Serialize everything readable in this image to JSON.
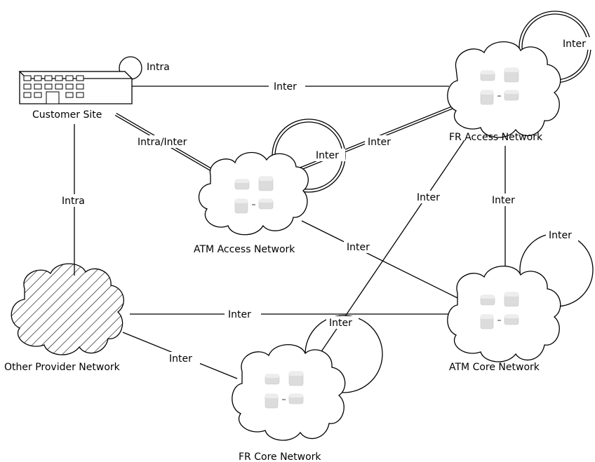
{
  "nodes": {
    "customer_site": "Customer Site",
    "atm_access": "ATM Access Network",
    "fr_access": "FR Access Network",
    "atm_core": "ATM Core Network",
    "fr_core": "FR Core Network",
    "other_provider": "Other Provider Network"
  },
  "links": {
    "cs_self": "Intra",
    "cs_fr_access": "Inter",
    "cs_atm_access": "Intra/Inter",
    "cs_other": "Intra",
    "atm_access_self": "Inter",
    "atm_access_fr_access": "Inter",
    "fr_access_self": "Inter",
    "fr_access_atm_core": "Inter",
    "fr_access_fr_core": "Inter",
    "atm_access_atm_core": "Inter",
    "atm_core_self": "Inter",
    "other_atm_core": "Inter",
    "other_fr_core": "Inter",
    "fr_core_self": "Inter"
  }
}
